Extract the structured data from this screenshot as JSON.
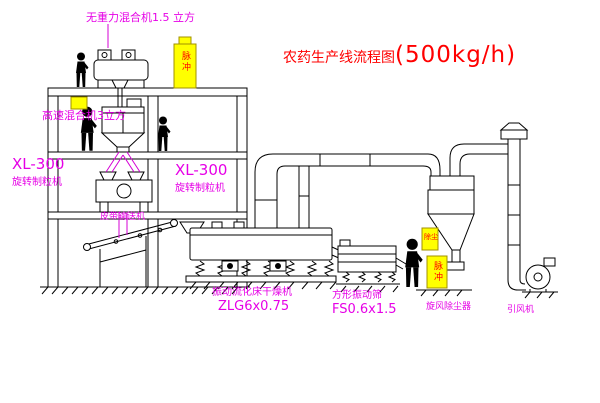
{
  "title": {
    "text": "农药生产线流程图",
    "capacity": "(500kg/h)"
  },
  "colors": {
    "background": "#ffffff",
    "diagram_line": "#000000",
    "label_text": "#e600e6",
    "title_text": "#ff0000",
    "cabinet_fill": "#ffff00",
    "cabinet_text": "#ff0000"
  },
  "equipment_labels": {
    "gravity_mixer": "无重力混合机1.5 立方",
    "high_speed_mixer": "高速混合机3立方",
    "granulator_left_model": "XL-300",
    "granulator_left_name": "旋转制粒机",
    "granulator_right_model": "XL-300",
    "granulator_right_name": "旋转制粒机",
    "belt_conveyor": "皮带输送机",
    "fluid_bed_dryer": "振动流化床干燥机",
    "fluid_bed_dryer_model": "ZLG6x0.75",
    "vibrating_screen": "方形振动筛",
    "vibrating_screen_model": "FS0.6x1.5",
    "cyclone": "旋风除尘器",
    "induced_draft_fan": "引风机"
  },
  "cabinet_labels": {
    "cabinet_top": "脉冲",
    "cabinet_small": "除尘",
    "cabinet_bottom": "脉冲"
  }
}
